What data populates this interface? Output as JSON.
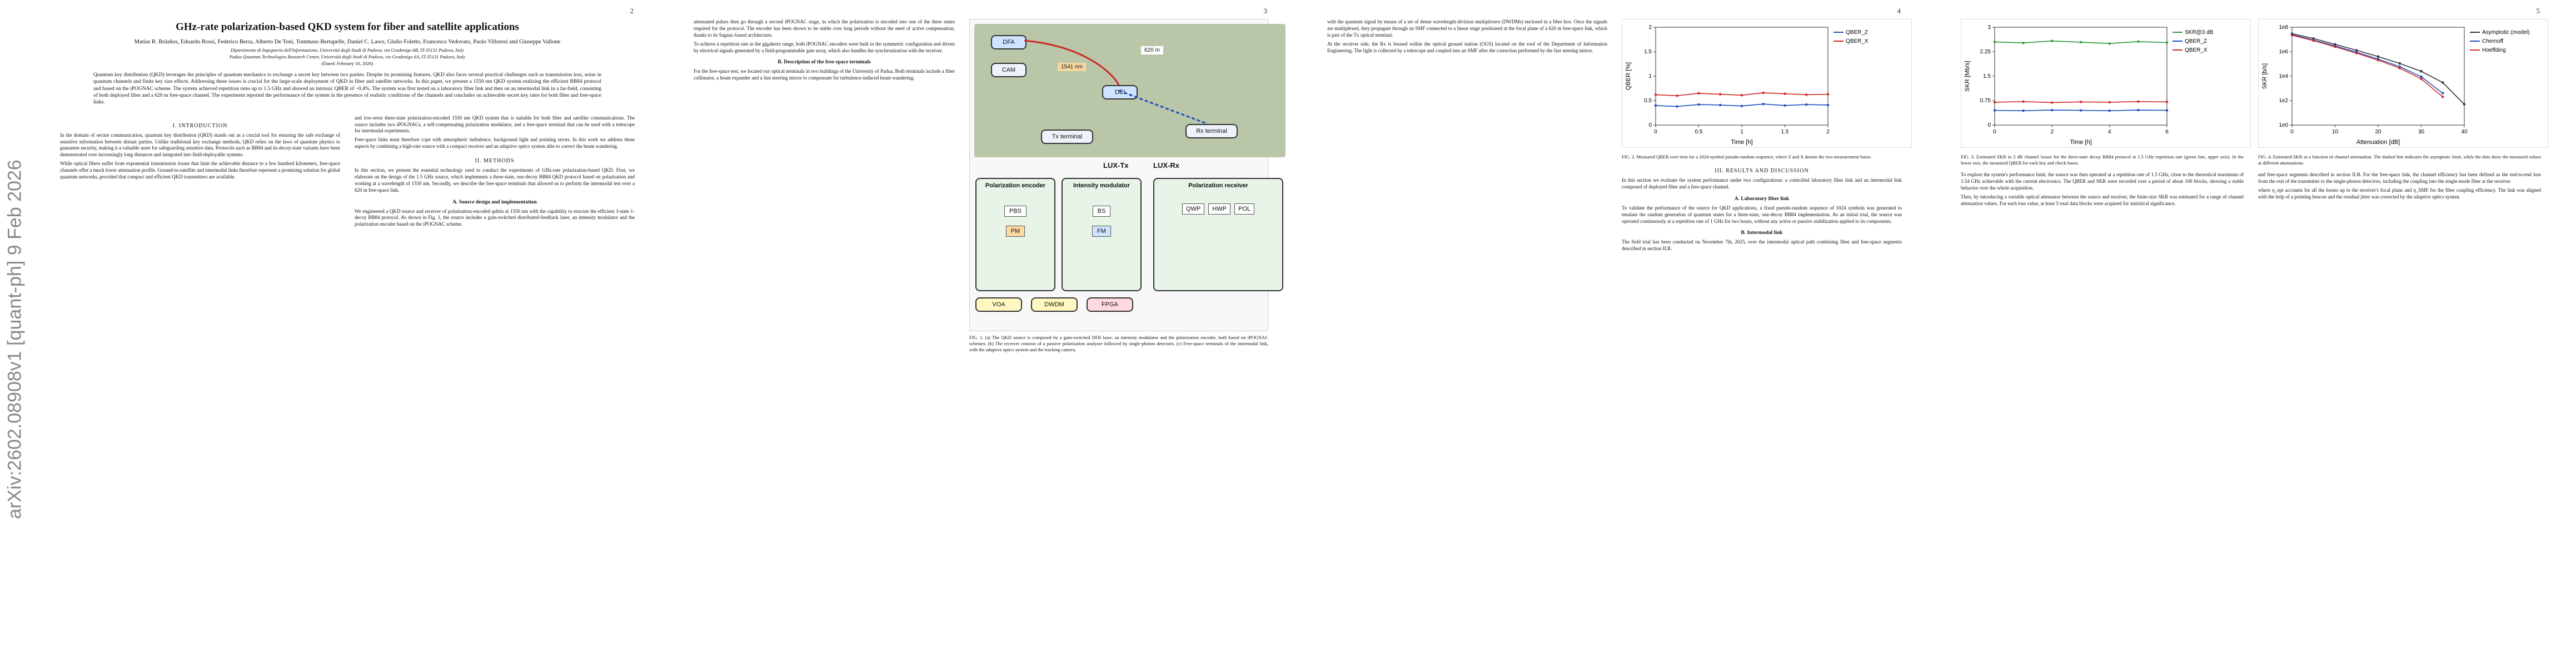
{
  "arxiv_id": "arXiv:2602.08908v1 [quant-ph] 9 Feb 2026",
  "page_numbers": [
    "2",
    "3",
    "4",
    "5"
  ],
  "paper": {
    "title": "GHz-rate polarization-based QKD system for fiber and satellite applications",
    "authors": "Matías R. Bolaños, Edoardo Rossi, Federico Berra, Alberto De Toni, Tommaso Bertapelle, Daniel C. Lawo, Giulio Foletto, Francesco Vedovato, Paolo Villoresi and Giuseppe Vallone",
    "affiliation_1": "Dipartimento di Ingegneria dell'Informazione, Università degli Studi di Padova, via Gradenigo 6B, IT-35131 Padova, Italy",
    "affiliation_2": "Padua Quantum Technologies Research Center, Università degli Studi di Padova, via Gradenigo 6A, IT-35131 Padova, Italy",
    "date": "(Dated: February 10, 2026)",
    "abstract": "Quantum key distribution (QKD) leverages the principles of quantum mechanics to exchange a secret key between two parties. Despite its promising features, QKD also faces several practical challenges such as transmission loss, noise in quantum channels and finite key size effects. Addressing these issues is crucial for the large-scale deployment of QKD in fiber and satellite networks. In this paper, we present a 1550 nm QKD system realizing the efficient BB84 protocol and based on the iPOGNAC scheme. The system achieved repetition rates up to 1.5 GHz and showed an intrinsic QBER of ~0.4%. The system was first tested on a laboratory fiber link and then on an intermodal link in a far-field, consisting of both deployed fiber and a 620 m free-space channel. The experiment reported the performance of the system in the presence of realistic conditions of the channels and concludes on achievable secret key rates for both fiber and free-space links."
  },
  "sections": {
    "intro": "I. INTRODUCTION",
    "methods": "II. METHODS",
    "source": "A. Source design and implementation",
    "freespace": "B. Description of the free-space terminals",
    "results": "III. RESULTS AND DISCUSSION",
    "lab_fiber": "A. Laboratory fiber link",
    "intermodal": "B. Intermodal link"
  },
  "text": {
    "intro_p1": "In the domain of secure communication, quantum key distribution (QKD) stands out as a crucial tool for ensuring the safe exchange of sensitive information between distant parties. Unlike traditional key exchange methods, QKD relies on the laws of quantum physics to guarantee security, making it a valuable asset for safeguarding sensitive data. Protocols such as BB84 and its decoy-state variants have been demonstrated over increasingly long distances and integrated into field-deployable systems.",
    "intro_p2": "While optical fibers suffer from exponential transmission losses that limit the achievable distance to a few hundred kilometers, free-space channels offer a much lower attenuation profile. Ground-to-satellite and intermodal links therefore represent a promising solution for global quantum networks, provided that compact and efficient QKD transmitters are available.",
    "col2_p1": "and low-error three-state polarization-encoded 1550 nm QKD system that is suitable for both fiber and satellite communications. The source includes two iPOGNACs, a self-compensating polarization modulator, and a free-space terminal that can be used with a telescope for intermodal experiments.",
    "col2_p2": "Free-space links must therefore cope with atmospheric turbulence, background light and pointing errors. In this work we address these aspects by combining a high-rate source with a compact receiver and an adaptive optics system able to correct the beam wandering.",
    "methods_p1": "In this section, we present the essential technology used to conduct the experiments of GHz-rate polarization-based QKD. First, we elaborate on the design of the 1.5 GHz source, which implements a three-state, one-decoy BB84 QKD protocol based on polarization and working at a wavelength of 1550 nm. Secondly, we describe the free-space terminals that allowed us to perform the intermodal test over a 620 m free-space link.",
    "source_p1": "We engineered a QKD source and receiver of polarization-encoded qubits at 1550 nm with the capability to execute the efficient 3-state 1-decoy BB84 protocol. As shown in Fig. 1, the source includes a gain-switched distributed-feedback laser, an intensity modulator and the polarization encoder based on the iPOGNAC scheme.",
    "col3_p1": "attenuated pulses then go through a second iPOGNAC stage, in which the polarization is encoded into one of the three states required for the protocol. The encoder has been shown to be stable over long periods without the need of active compensation, thanks to its Sagnac-based architecture.",
    "col3_p2": "To achieve a repetition rate in the gigahertz range, both iPOGNAC encoders were built in the symmetric configuration and driven by electrical signals generated by a field-programmable gate array, which also handles the synchronization with the receiver.",
    "freespace_p1": "For the free-space test, we located our optical terminals in two buildings of the University of Padua. Both terminals include a fiber collimator, a beam expander and a fast steering mirror to compensate for turbulence-induced beam wandering.",
    "fig1_caption": "FIG. 1. (a) The QKD source is composed by a gain-switched DFB laser, an intensity modulator and the polarization encoder, both based on iPOGNAC schemes. (b) The receiver consists of a passive polarization analyzer followed by single-photon detectors. (c) Free-space terminals of the intermodal link, with the adaptive optics system and the tracking camera.",
    "col4_p1": "with the quantum signal by means of a set of dense wavelength-division multiplexers (DWDMs) enclosed in a fiber box. Once the signals are multiplexed, they propagate through an SMF connected to a linear stage positioned at the focal plane of a 620 m free-space link, which is part of the Tx optical terminal.",
    "col4_p2": "At the receiver side, the Rx is housed within the optical ground station (OGS) located on the roof of the Department of Information Engineering. The light is collected by a telescope and coupled into an SMF after the correction performed by the fast steering mirror.",
    "fig2_caption": "FIG. 2. Measured QBER over time for a 1024-symbol pseudo-random sequence, where Z and X denote the two measurement bases.",
    "results_p1": "In this section we evaluate the system performance under two configurations: a controlled laboratory fiber link and an intermodal link composed of deployed fiber and a free-space channel.",
    "lab_fiber_p1": "To validate the performance of the source for QKD applications, a fixed pseudo-random sequence of 1024 symbols was generated to emulate the random generation of quantum states for a three-state, one-decoy BB84 implementation. As an initial trial, the source was operated continuously at a repetition rate of 1 GHz for two hours, without any active or passive stabilization applied to its components.",
    "intermodal_p1": "The field trial has been conducted on November 7th, 2025, over the intermodal optical path combining fiber and free-space segments described in section II.B.",
    "col5_p1": "To explore the system's performance limit, the source was then operated at a repetition rate of 1.5 GHz, close to the theoretical maximum of 1.54 GHz achievable with the current electronics. The QBER and SKR were recorded over a period of about 100 blocks, showing a stable behavior over the whole acquisition.",
    "fig3_caption": "FIG. 3. Estimated SKR in 3 dB channel losses for the three-state decoy BB84 protocol at 1.5 GHz repetition rate (green line, upper axis). In the lower axis, the measured QBER for each key and check bases.",
    "col5_p2": "Then, by introducing a variable optical attenuator between the source and receiver, the finite-size SKR was estimated for a range of channel attenuation values. For each loss value, at least 5 total data blocks were acquired for statistical significance.",
    "fig4_caption": "FIG. 4. Estimated SKR as a function of channel attenuation. The dashed line indicates the asymptotic limit, while the dots show the measured values at different attenuations.",
    "col6_p1": "and free-space segments described in section II.B. For the free-space link, the channel efficiency has been defined as the end-to-end loss from the exit of the transmitter to the single-photon detectors, including the coupling into the single-mode fiber at the receiver.",
    "col6_p2": "where η_opt accounts for all the losses up to the receiver's focal plane and η_SMF for the fiber coupling efficiency. The link was aligned with the help of a pointing beacon and the residual jitter was corrected by the adaptive optics system."
  },
  "fig1": {
    "labels": [
      "DFA",
      "CAM",
      "DEI",
      "Rx terminal",
      "Tx terminal",
      "LUX-Tx",
      "LUX-Rx",
      "Polarization encoder",
      "Intensity modulator",
      "Polarization receiver"
    ],
    "blocks": [
      "PBS",
      "PM",
      "BS",
      "FM",
      "VOA",
      "DWDM",
      "FPGA",
      "QWP",
      "HWP",
      "POL"
    ],
    "free_space_distance": "620 m",
    "fiber_distance": "1541 nm"
  },
  "fig2_chart": {
    "chart_data": {
      "type": "line",
      "xlabel": "Time [h]",
      "ylabel": "QBER [%]",
      "x": [
        0,
        0.25,
        0.5,
        0.75,
        1.0,
        1.25,
        1.5,
        1.75,
        2.0
      ],
      "ylim": [
        0,
        2.0
      ],
      "xlim": [
        0,
        2.0
      ],
      "legend": "top-right",
      "series": [
        {
          "name": "QBER_Z",
          "values": [
            0.4,
            0.38,
            0.42,
            0.41,
            0.39,
            0.43,
            0.4,
            0.42,
            0.41
          ],
          "color": "#1f4fbf"
        },
        {
          "name": "QBER_X",
          "values": [
            0.62,
            0.6,
            0.65,
            0.63,
            0.61,
            0.66,
            0.64,
            0.62,
            0.63
          ],
          "color": "#d02828"
        }
      ]
    }
  },
  "fig3_chart": {
    "chart_data": {
      "type": "line",
      "xlabel": "Time [h]",
      "ylabel": "SKR [Mb/s]",
      "x": [
        0,
        1,
        2,
        3,
        4,
        5,
        6
      ],
      "ylim": [
        0,
        3.0
      ],
      "legend": "top-right",
      "series": [
        {
          "name": "SKR@3 dB",
          "values": [
            2.55,
            2.52,
            2.58,
            2.54,
            2.5,
            2.56,
            2.53
          ],
          "color": "#2a9a3a"
        },
        {
          "name": "QBER_Z",
          "values": [
            0.45,
            0.44,
            0.46,
            0.45,
            0.44,
            0.46,
            0.45
          ],
          "color": "#1f4fbf"
        },
        {
          "name": "QBER_X",
          "values": [
            0.7,
            0.72,
            0.69,
            0.71,
            0.7,
            0.72,
            0.71
          ],
          "color": "#d02828"
        }
      ]
    }
  },
  "fig4_chart": {
    "chart_data": {
      "type": "line",
      "xlabel": "Attenuation [dB]",
      "ylabel": "SKR [b/s]",
      "x": [
        0,
        5,
        10,
        15,
        20,
        25,
        30,
        35,
        40
      ],
      "yscale": "log",
      "ylim": [
        1,
        100000000
      ],
      "legend": "top-right",
      "series": [
        {
          "name": "Asymptotic (model)",
          "values": [
            30000000,
            12000000,
            4000000,
            1300000,
            400000,
            110000,
            25000,
            3000,
            50
          ],
          "color": "#333333"
        },
        {
          "name": "Chernoff",
          "values": [
            25000000,
            9000000,
            3000000,
            900000,
            250000,
            60000,
            9000,
            400,
            0
          ],
          "color": "#1f4fbf"
        },
        {
          "name": "Hoeffding",
          "values": [
            22000000,
            8000000,
            2500000,
            750000,
            200000,
            45000,
            6000,
            200,
            0
          ],
          "color": "#d02828"
        }
      ]
    }
  }
}
